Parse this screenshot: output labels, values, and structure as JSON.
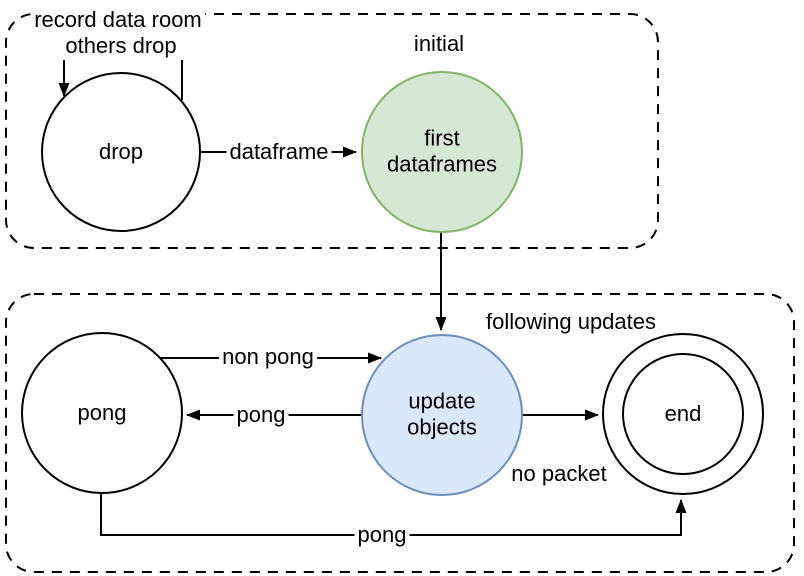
{
  "colors": {
    "background": "#ffffff",
    "line": "#000000",
    "text": "#000000",
    "green_fill": "#d5e8d4",
    "green_stroke": "#82b366",
    "blue_fill": "#dae8fc",
    "blue_stroke": "#6c8ebf",
    "plain_fill": "#ffffff"
  },
  "containers": {
    "initial": {
      "label": "initial"
    },
    "following": {
      "label": "following updates"
    }
  },
  "states": {
    "drop": {
      "label": "drop"
    },
    "first_dataframes": {
      "label": "first dataframes"
    },
    "pong": {
      "label": "pong"
    },
    "update_objects": {
      "label": "update objects"
    },
    "end": {
      "label": "end"
    }
  },
  "transitions": {
    "record_data_room": {
      "label": "record data room"
    },
    "others_drop": {
      "label": "others drop"
    },
    "dataframe": {
      "label": "dataframe"
    },
    "non_pong": {
      "label": "non pong"
    },
    "pong_back": {
      "label": "pong"
    },
    "no_packet": {
      "label": "no packet"
    },
    "pong_to_end": {
      "label": "pong"
    }
  }
}
